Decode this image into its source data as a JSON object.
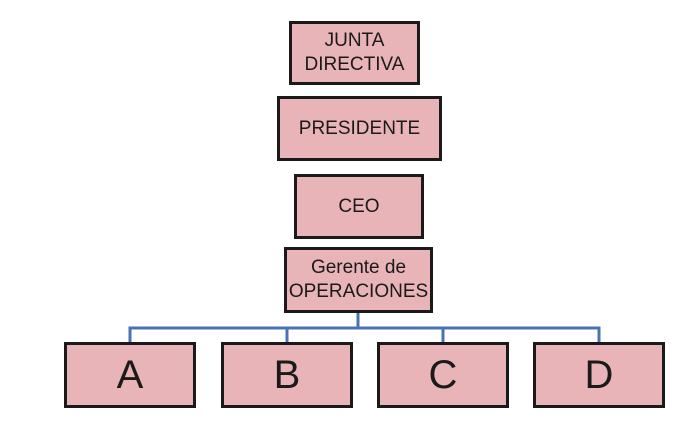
{
  "colors": {
    "box_fill": "#e8b4b8",
    "box_border": "#1a1a1a",
    "connector": "#4a74b0"
  },
  "chart": {
    "nodes": [
      {
        "id": "junta",
        "label_line1": "JUNTA",
        "label_line2": "DIRECTIVA"
      },
      {
        "id": "presidente",
        "label": "PRESIDENTE"
      },
      {
        "id": "ceo",
        "label": "CEO"
      },
      {
        "id": "gerente",
        "label_line1": "Gerente de",
        "label_line2": "OPERACIONES"
      },
      {
        "id": "a",
        "label": "A"
      },
      {
        "id": "b",
        "label": "B"
      },
      {
        "id": "c",
        "label": "C"
      },
      {
        "id": "d",
        "label": "D"
      }
    ],
    "edges": [
      {
        "from": "gerente",
        "to": "a"
      },
      {
        "from": "gerente",
        "to": "b"
      },
      {
        "from": "gerente",
        "to": "c"
      },
      {
        "from": "gerente",
        "to": "d"
      }
    ]
  }
}
